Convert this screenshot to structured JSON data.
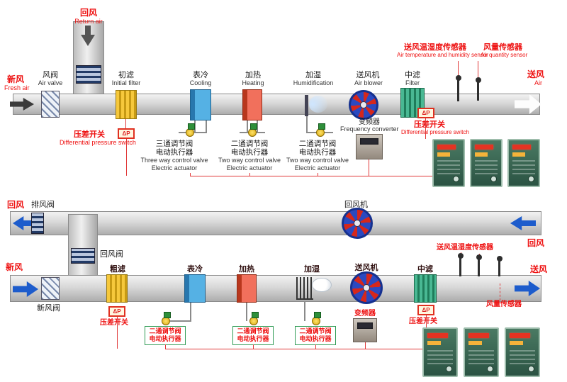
{
  "top": {
    "return_air_zh": "回风",
    "return_air_en": "Return air",
    "fresh_air_zh": "新风",
    "fresh_air_en": "Fresh air",
    "air_valve_zh": "风阀",
    "air_valve_en": "Air valve",
    "initial_filter_zh": "初滤",
    "initial_filter_en": "Initial filter",
    "cooling_zh": "表冷",
    "cooling_en": "Cooling",
    "heating_zh": "加热",
    "heating_en": "Heating",
    "humid_zh": "加湿",
    "humid_en": "Humidification",
    "blower_zh": "送风机",
    "blower_en": "Air blower",
    "mid_filter_zh": "中滤",
    "mid_filter_en": "Filter",
    "supply_air_zh": "送风",
    "supply_air_en": "Air",
    "th_sensor_zh": "送风温湿度传感器",
    "th_sensor_en": "Air temperature and humidity sensor",
    "aq_sensor_zh": "风量传感器",
    "aq_sensor_en": "Air quantity sensor",
    "dp_switch_zh": "压差开关",
    "dp_switch_en": "Differential pressure switch",
    "vfd_zh": "变频器",
    "vfd_en": "Frequency converter",
    "valve3_zh1": "三通调节阀",
    "valve3_zh2": "电动执行器",
    "valve3_en1": "Three way control valve",
    "valve3_en2": "Electric actuator",
    "valve2_zh1": "二通调节阀",
    "valve2_zh2": "电动执行器",
    "valve2_en1": "Two way control valve",
    "valve2_en2": "Electric actuator",
    "dp_badge": "ΔP"
  },
  "bottom": {
    "return_air_left": "回风",
    "exhaust_valve": "排风阀",
    "return_fan": "回风机",
    "return_air_right": "回风",
    "fresh_air": "新风",
    "return_valve": "回风阀",
    "fresh_valve": "新风阀",
    "coarse_filter": "粗滤",
    "cooling": "表冷",
    "heating": "加热",
    "humid": "加湿",
    "blower": "送风机",
    "mid_filter": "中滤",
    "supply_air": "送风",
    "dp_switch": "压差开关",
    "vfd": "变频器",
    "valve2_zh1": "二通调节阀",
    "valve2_zh2": "电动执行器",
    "th_sensor": "送风温湿度传感器",
    "aq_sensor": "风量传感器",
    "dp_badge": "ΔP"
  },
  "colors": {
    "accent_red": "#ee1111",
    "arrow_blue": "#1d5ccc",
    "filter_yellow": "#f6c83c",
    "filter_green": "#2f9b74",
    "coil_blue": "#55b1e4",
    "coil_red": "#f1705c",
    "panel_green": "#2b5343"
  }
}
